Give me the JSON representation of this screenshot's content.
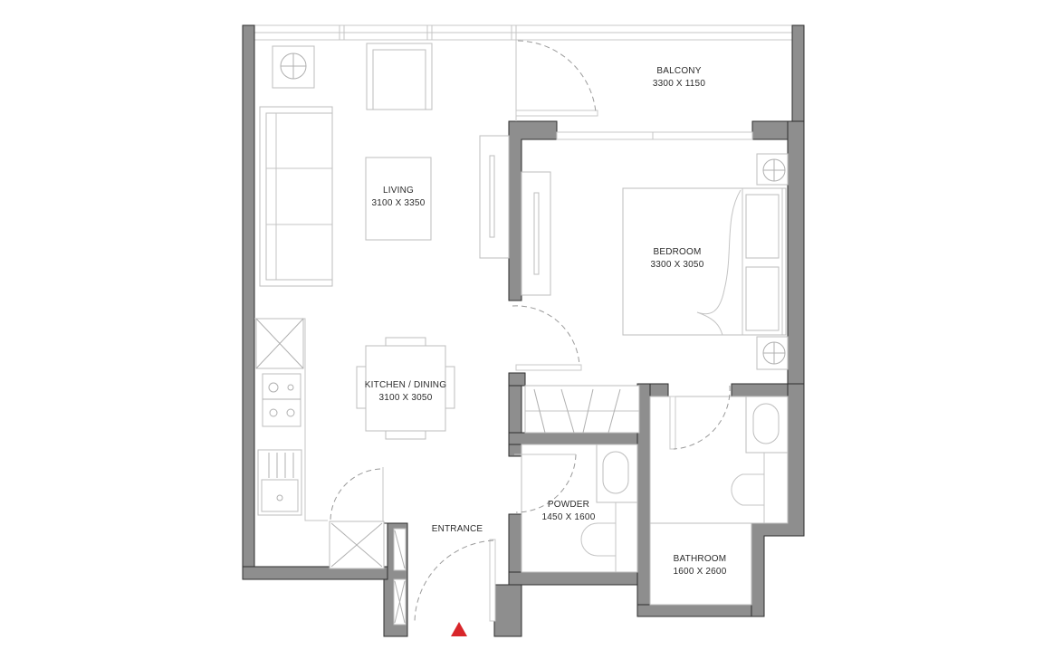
{
  "plan": {
    "colors": {
      "wall_fill": "#8e8e8e",
      "wall_outline": "#2e2e2e",
      "fixture_line": "#bdbdbd",
      "entry_marker": "#d8262a",
      "text": "#2b2b2b",
      "background": "#ffffff"
    },
    "rooms": [
      {
        "id": "balcony",
        "name": "BALCONY",
        "dimensions": "3300 X 1150"
      },
      {
        "id": "living",
        "name": "LIVING",
        "dimensions": "3100 X 3350"
      },
      {
        "id": "bedroom",
        "name": "BEDROOM",
        "dimensions": "3300 X 3050"
      },
      {
        "id": "kitchen_dining",
        "name": "KITCHEN / DINING",
        "dimensions": "3100 X 3050"
      },
      {
        "id": "powder",
        "name": "POWDER",
        "dimensions": "1450 X 1600"
      },
      {
        "id": "bathroom",
        "name": "BATHROOM",
        "dimensions": "1600 X 2600"
      },
      {
        "id": "entrance",
        "name": "ENTRANCE",
        "dimensions": ""
      }
    ],
    "entry_marker_icon": "red-triangle-entry-marker"
  }
}
